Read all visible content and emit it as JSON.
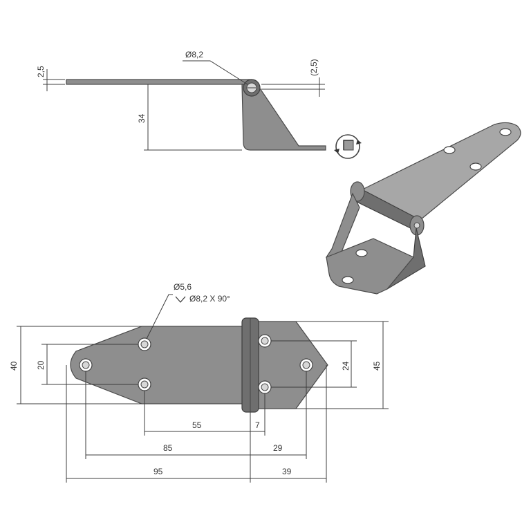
{
  "side_view": {
    "pin_diameter": "Ø8,2",
    "thickness": "2,5",
    "thickness_ref": "(2,5)",
    "height": "34"
  },
  "top_view": {
    "hole_diameter": "Ø5,6",
    "countersink": "Ø8,2 X 90°",
    "left_width": "40",
    "left_hole_spacing": "20",
    "right_hole_spacing": "24",
    "right_width": "45",
    "dim_55": "55",
    "dim_7": "7",
    "dim_85": "85",
    "dim_29": "29",
    "dim_95": "95",
    "dim_39": "39"
  },
  "icons": {
    "rotation": "rotate-view-icon",
    "countersink": "countersink-icon"
  }
}
